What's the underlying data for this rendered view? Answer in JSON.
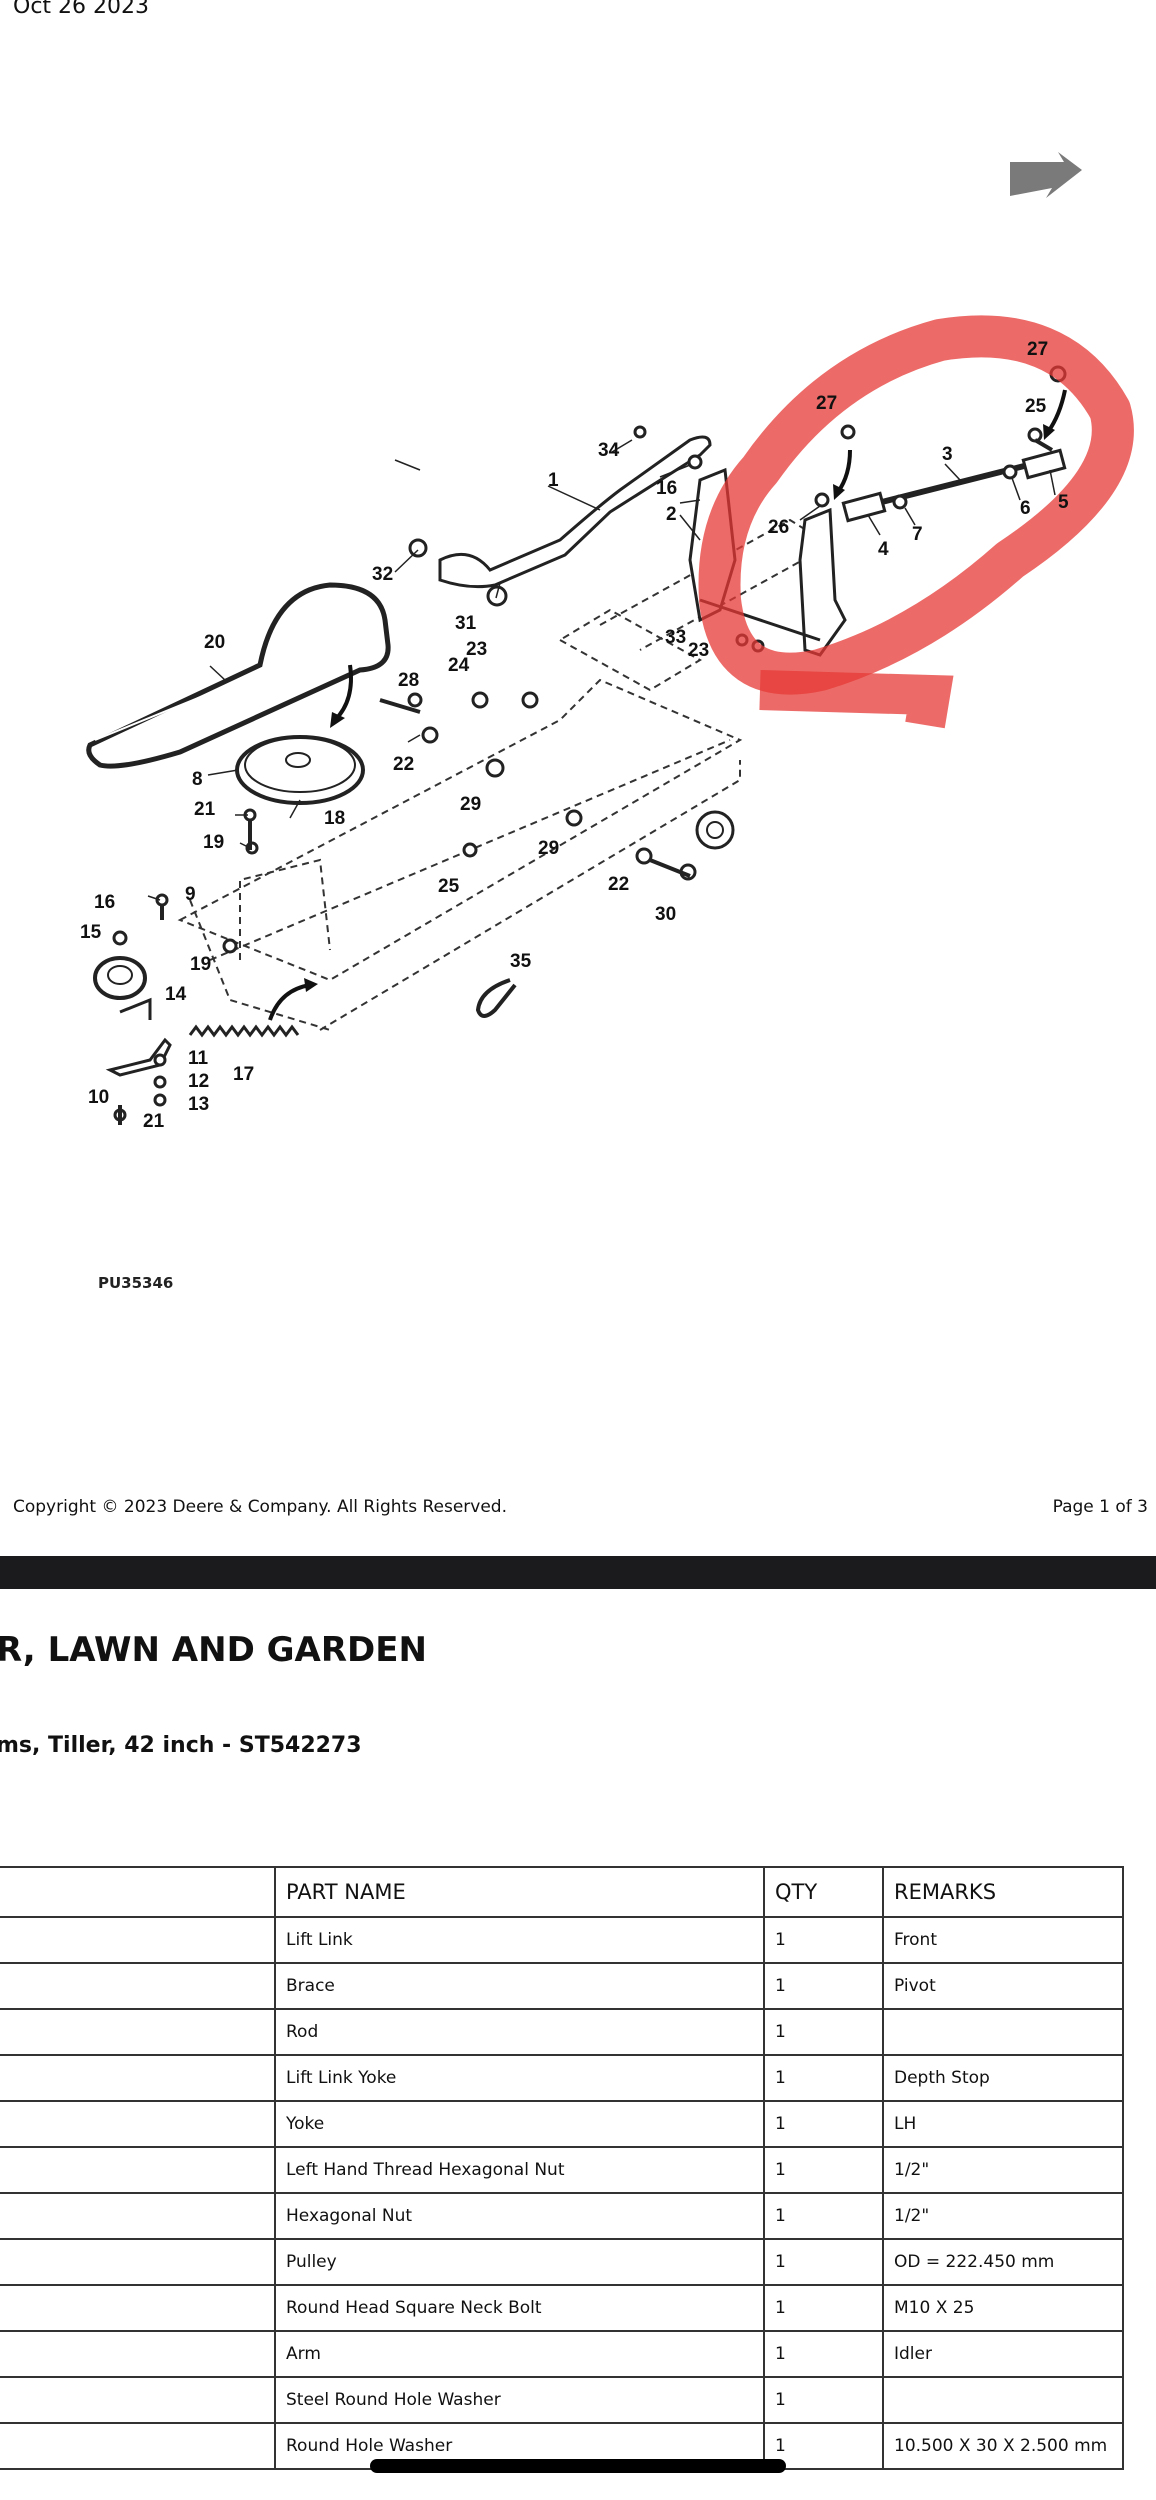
{
  "header": {
    "date": "Oct 26 2023"
  },
  "diagram": {
    "drawing_id": "PU35346",
    "callouts": [
      "1",
      "2",
      "3",
      "4",
      "5",
      "6",
      "7",
      "8",
      "9",
      "10",
      "11",
      "12",
      "13",
      "14",
      "15",
      "16",
      "16",
      "17",
      "18",
      "19",
      "19",
      "20",
      "21",
      "21",
      "22",
      "22",
      "23",
      "23",
      "24",
      "25",
      "25",
      "26",
      "27",
      "27",
      "28",
      "29",
      "29",
      "30",
      "31",
      "32",
      "33",
      "34",
      "35"
    ],
    "nav_icon": "arrow-icon"
  },
  "footer": {
    "copyright": "Copyright © 2023 Deere & Company. All Rights Reserved.",
    "page": "Page 1 of 3"
  },
  "document": {
    "heading": "R, LAWN AND GARDEN",
    "subheading": "ms, Tiller, 42 inch - ST542273"
  },
  "table": {
    "headers": [
      "",
      "PART NAME",
      "QTY",
      "REMARKS"
    ],
    "rows": [
      [
        "",
        "Lift Link",
        "1",
        "Front"
      ],
      [
        "",
        "Brace",
        "1",
        "Pivot"
      ],
      [
        "",
        "Rod",
        "1",
        ""
      ],
      [
        "",
        "Lift Link Yoke",
        "1",
        "Depth Stop"
      ],
      [
        "",
        "Yoke",
        "1",
        "LH"
      ],
      [
        "",
        "Left Hand Thread Hexagonal Nut",
        "1",
        "1/2\""
      ],
      [
        "",
        "Hexagonal Nut",
        "1",
        "1/2\""
      ],
      [
        "",
        "Pulley",
        "1",
        "OD = 222.450 mm"
      ],
      [
        "",
        "Round Head Square Neck Bolt",
        "1",
        "M10 X 25"
      ],
      [
        "",
        "Arm",
        "1",
        "Idler"
      ],
      [
        "",
        "Steel Round Hole Washer",
        "1",
        ""
      ],
      [
        "",
        "Round Hole Washer",
        "1",
        "10.500 X 30 X 2.500 mm"
      ]
    ]
  },
  "colors": {
    "annotation": "#e53935",
    "bar": "#1b1b1d"
  }
}
